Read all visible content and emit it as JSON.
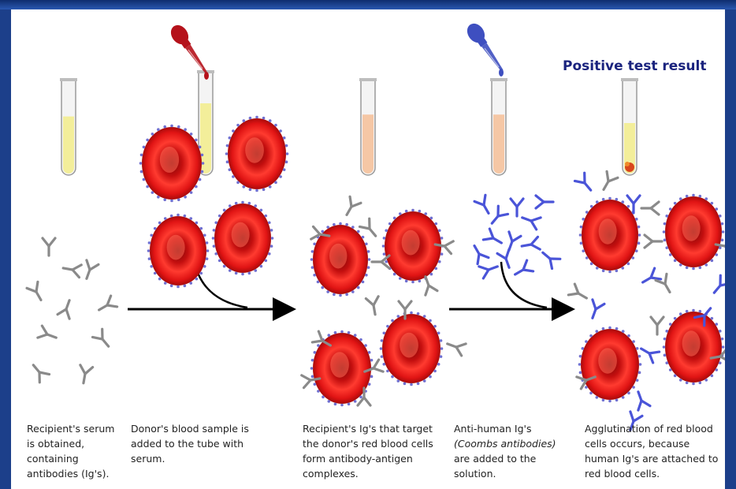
{
  "figure": {
    "title": "Positive test result",
    "captions": [
      {
        "lines": [
          "Recipient's serum",
          "is obtained,",
          "containing",
          "antibodies (Ig's)."
        ]
      },
      {
        "lines": [
          "Donor's blood sample is",
          "added to the tube with",
          "serum."
        ]
      },
      {
        "lines": [
          "Recipient's Ig's that target",
          "the donor's red blood cells",
          "form antibody-antigen",
          "complexes."
        ]
      },
      {
        "lines": [
          "Anti-human Ig's",
          "(Coombs antibodies)",
          "are added to the",
          "solution."
        ]
      },
      {
        "lines": [
          "Agglutination of red blood",
          "cells occurs, because",
          "human Ig's are attached to",
          "red blood cells."
        ]
      }
    ],
    "colors": {
      "frame": "#1c3f8a",
      "rbc": "#d81818",
      "recipient_antibody": "#8a8a8a",
      "coombs_antibody": "#4a54d8",
      "serum": "#f3ee9a",
      "mixture": "#f5c7a5",
      "dropper_red": "#b5121b",
      "dropper_blue": "#3e4fc0"
    }
  }
}
